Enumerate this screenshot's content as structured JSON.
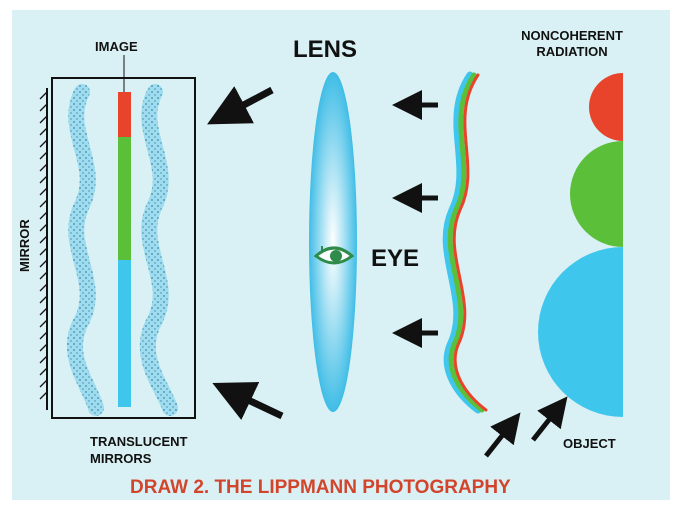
{
  "diagram": {
    "caption": "DRAW 2. THE LIPPMANN PHOTOGRAPHY",
    "labels": {
      "image": "IMAGE",
      "lens": "LENS",
      "noncoherent_line1": "NONCOHERENT",
      "noncoherent_line2": "RADIATION",
      "mirror": "MIRROR",
      "eye": "EYE",
      "translucent_line1": "TRANSLUCENT",
      "translucent_line2": "MIRRORS",
      "object": "OBJECT"
    },
    "colors": {
      "background": "#d9f1f4",
      "accent_cyan": "#3fc6ec",
      "accent_green": "#5cbf3a",
      "accent_red": "#e8442c",
      "caption_red": "#d2452c",
      "text": "#111111"
    },
    "icons": [
      "eye-icon",
      "arrow-icon",
      "mirror-hatch"
    ]
  }
}
